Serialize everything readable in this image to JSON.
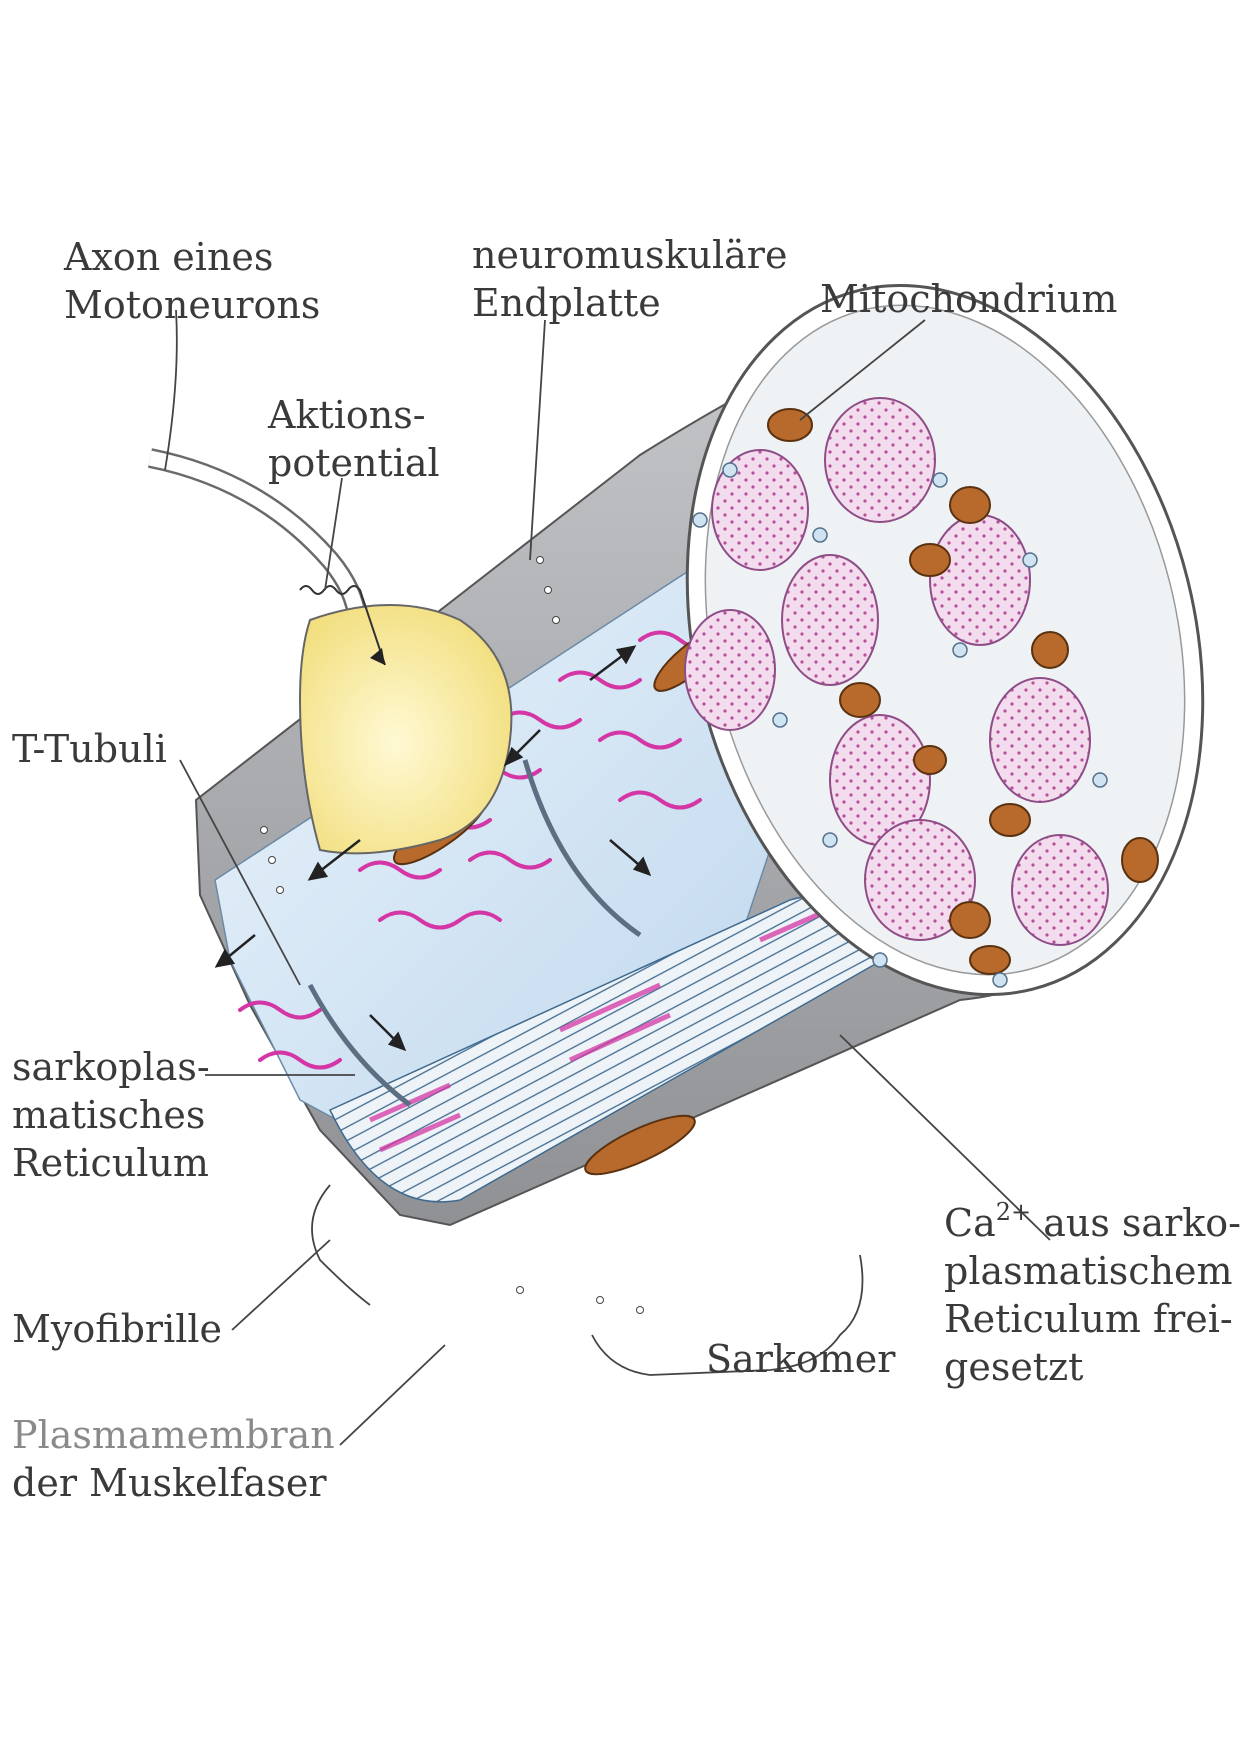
{
  "labels": {
    "axon": [
      "Axon eines",
      "Motoneurons"
    ],
    "endplate": [
      "neuromuskuläre",
      "Endplatte"
    ],
    "mitochondrium": [
      "Mitochondrium"
    ],
    "action_potential": [
      "Aktions-",
      "potential"
    ],
    "t_tubuli": [
      "T-Tubuli"
    ],
    "sr": [
      "sarkoplas-",
      "matisches",
      "Reticulum"
    ],
    "myofibrille": [
      "Myofibrille"
    ],
    "plasmamembran": [
      "Plasmamembran",
      "der Muskelfaser"
    ],
    "sarkomer": [
      "Sarkomer"
    ],
    "calcium": {
      "ca_symbol": "Ca",
      "ca_superscript": "2+",
      "line1_rest": " aus sarko-",
      "line2": "plasmatischem",
      "line3": "Reticulum frei-",
      "line4": "gesetzt"
    }
  },
  "colors": {
    "membrane_gray": "#a9abae",
    "membrane_dark": "#7d7f83",
    "myofibril_pink": "#f1d7ec",
    "myofibril_dots": "#c05aa8",
    "mitochondrion": "#b8692c",
    "sr_magenta": "#d436a5",
    "tubule_blue": "#cfe3f2",
    "endplate_yellow": "#fbf2b6"
  }
}
